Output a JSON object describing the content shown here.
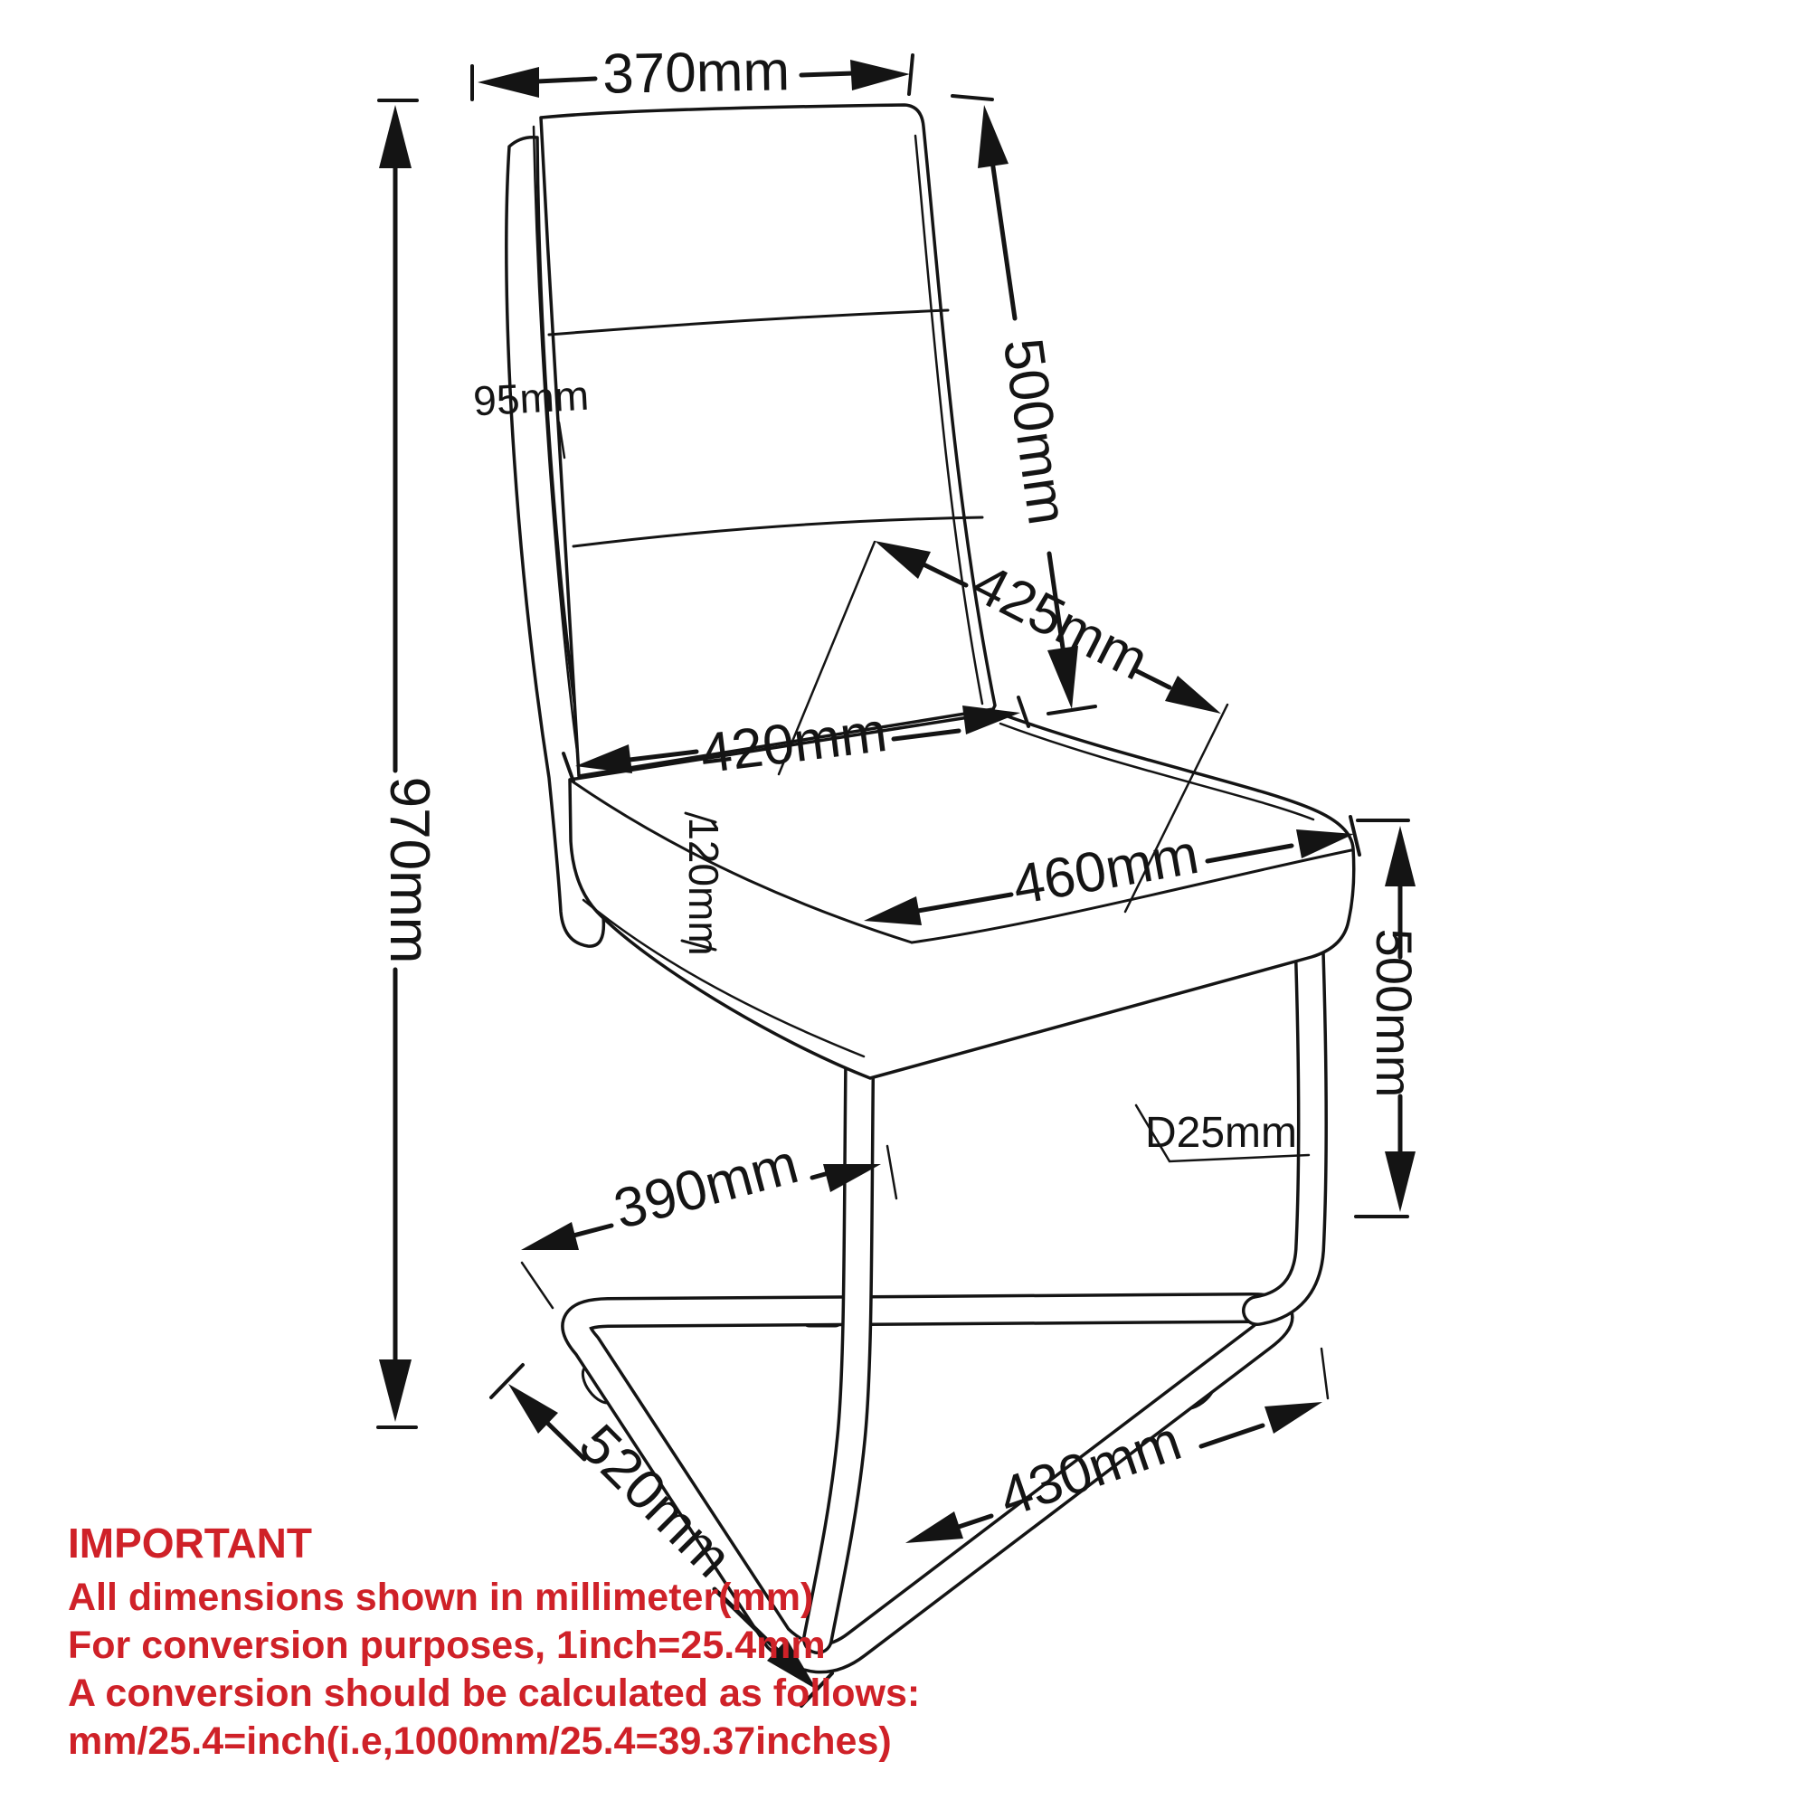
{
  "page": {
    "background": "#ffffff",
    "ink": "#141414"
  },
  "diagram": {
    "type": "furniture dimension drawing",
    "subject": "cantilever dining chair, isometric line drawing with dimension callouts",
    "units": "mm",
    "dimensions": {
      "back_width": "370mm",
      "backrest_height": "500mm",
      "overall_height": "970mm",
      "back_side_thickness": "95mm",
      "seat_diagonal_depth": "425mm",
      "seat_back_width": "420mm",
      "seat_cushion_thickness": "120mm",
      "seat_front_width": "460mm",
      "seat_height": "500mm",
      "base_front_width": "390mm",
      "tube_diameter": "D25mm",
      "base_side_depth": "520mm",
      "base_back_width": "430mm"
    },
    "notes": {
      "heading": "IMPORTANT",
      "color": "#cf2128",
      "lines": [
        "All dimensions shown in millimeter(mm)",
        "For conversion purposes, 1inch=25.4mm",
        "A conversion should be calculated as follows:",
        "mm/25.4=inch(i.e,1000mm/25.4=39.37inches)"
      ]
    }
  }
}
